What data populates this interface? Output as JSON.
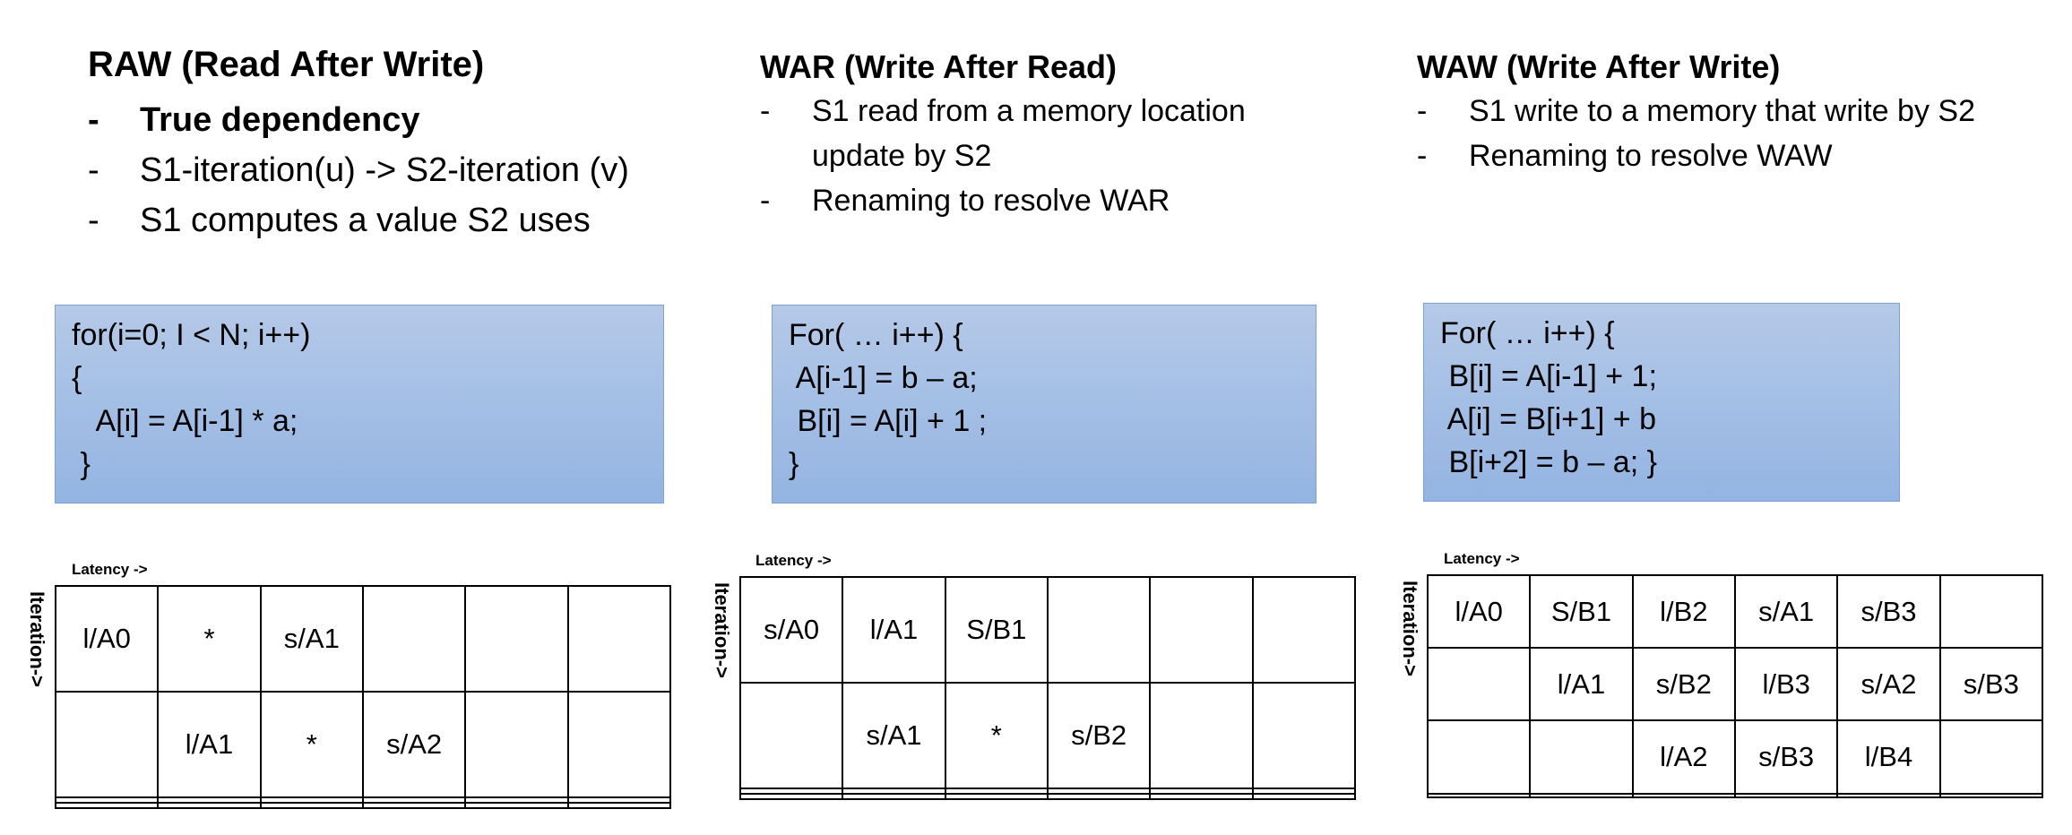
{
  "raw": {
    "title": "RAW (Read After Write)",
    "bullets": [
      "True dependency",
      "S1-iteration(u) -> S2-iteration (v)",
      "S1 computes a value S2 uses"
    ],
    "code": [
      "for(i=0; I < N; i++)",
      "{",
      "   A[i] = A[i-1] * a;",
      " }"
    ],
    "latency_label": "Latency ->",
    "iteration_label": "Iteration->",
    "grid": [
      [
        "l/A0",
        "*",
        "s/A1",
        "",
        "",
        ""
      ],
      [
        "",
        "l/A1",
        "*",
        "s/A2",
        "",
        ""
      ],
      [
        "",
        "",
        "",
        "",
        "",
        ""
      ],
      [
        "",
        "",
        "",
        "",
        "",
        ""
      ]
    ]
  },
  "war": {
    "title": "WAR (Write After Read)",
    "bullets": [
      "S1 read from a memory location update by S2",
      "Renaming to resolve WAR"
    ],
    "code": [
      "For( … i++) {",
      " A[i-1] = b – a;",
      " B[i] = A[i] + 1 ;",
      "}"
    ],
    "latency_label": "Latency ->",
    "iteration_label": "Iteration->",
    "grid": [
      [
        "s/A0",
        "l/A1",
        "S/B1",
        "",
        "",
        ""
      ],
      [
        "",
        "s/A1",
        "*",
        "s/B2",
        "",
        ""
      ],
      [
        "",
        "",
        "",
        "",
        "",
        ""
      ],
      [
        "",
        "",
        "",
        "",
        "",
        ""
      ]
    ]
  },
  "waw": {
    "title": "WAW (Write After Write)",
    "bullets": [
      "S1 write to a memory that write by S2",
      "Renaming to resolve WAW"
    ],
    "code": [
      "For( … i++) {",
      " B[i] = A[i-1] + 1;",
      " A[i] = B[i+1] + b",
      " B[i+2] = b – a; }"
    ],
    "latency_label": "Latency ->",
    "iteration_label": "Iteration->",
    "grid": [
      [
        "l/A0",
        "S/B1",
        "l/B2",
        "s/A1",
        "s/B3",
        ""
      ],
      [
        "",
        "l/A1",
        "s/B2",
        "l/B3",
        "s/A2",
        "s/B3"
      ],
      [
        "",
        "",
        "l/A2",
        "s/B3",
        "l/B4",
        ""
      ],
      [
        "",
        "",
        "",
        "",
        "",
        ""
      ]
    ]
  }
}
